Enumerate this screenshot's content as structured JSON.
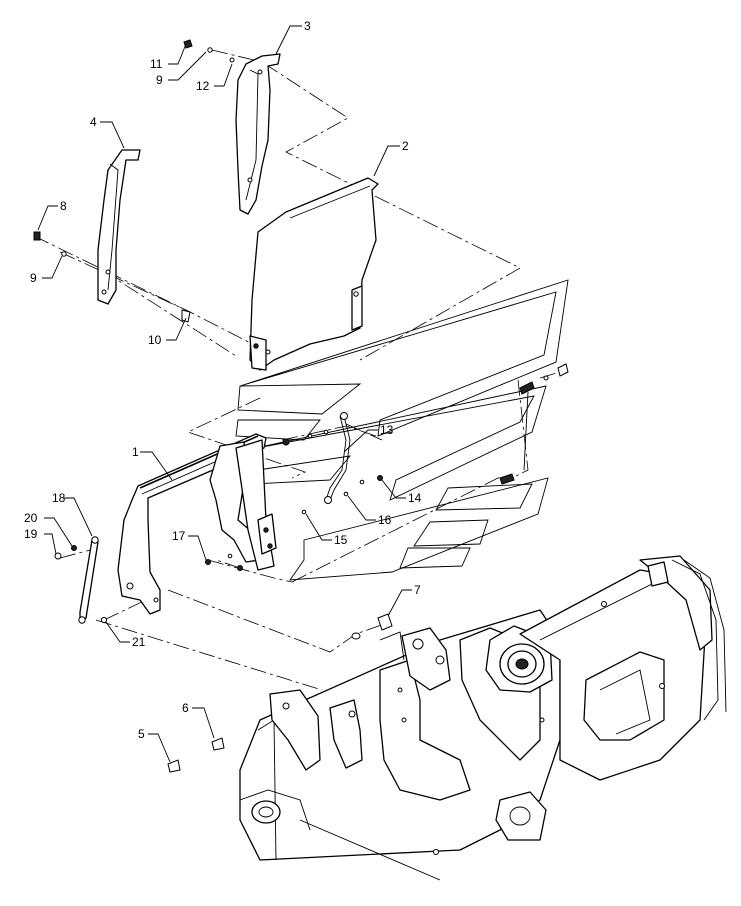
{
  "callouts": [
    {
      "id": "c1",
      "label": "1"
    },
    {
      "id": "c2",
      "label": "2"
    },
    {
      "id": "c3",
      "label": "3"
    },
    {
      "id": "c4",
      "label": "4"
    },
    {
      "id": "c5",
      "label": "5"
    },
    {
      "id": "c6",
      "label": "6"
    },
    {
      "id": "c7",
      "label": "7"
    },
    {
      "id": "c8",
      "label": "8"
    },
    {
      "id": "c9a",
      "label": "9"
    },
    {
      "id": "c9b",
      "label": "9"
    },
    {
      "id": "c10",
      "label": "10"
    },
    {
      "id": "c11",
      "label": "11"
    },
    {
      "id": "c12",
      "label": "12"
    },
    {
      "id": "c13",
      "label": "13"
    },
    {
      "id": "c14",
      "label": "14"
    },
    {
      "id": "c15",
      "label": "15"
    },
    {
      "id": "c16",
      "label": "16"
    },
    {
      "id": "c17",
      "label": "17"
    },
    {
      "id": "c18",
      "label": "18"
    },
    {
      "id": "c19",
      "label": "19"
    },
    {
      "id": "c20",
      "label": "20"
    },
    {
      "id": "c21",
      "label": "21"
    }
  ]
}
